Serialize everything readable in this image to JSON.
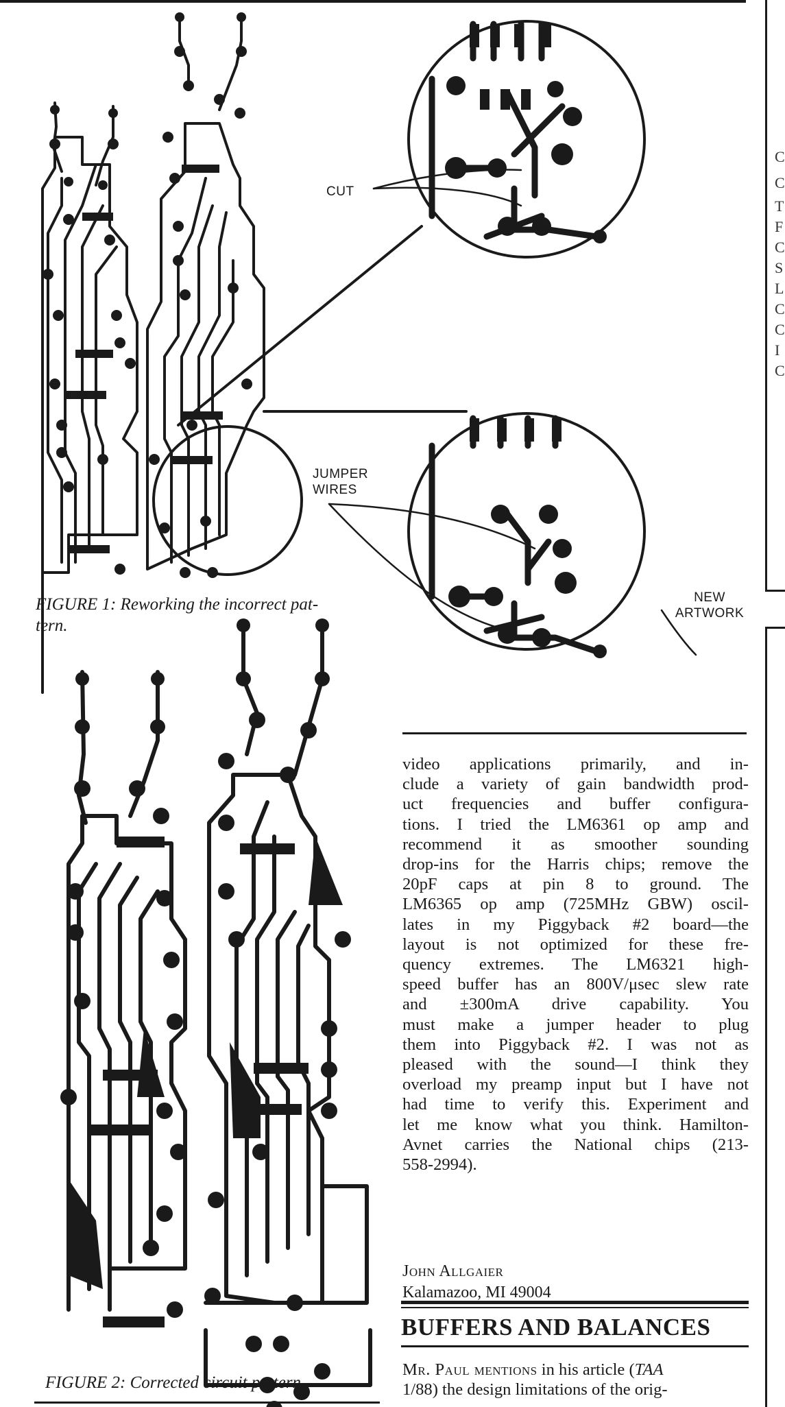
{
  "figure1": {
    "caption": "FIGURE 1: Reworking the incorrect pattern.",
    "caption_line1": "FIGURE 1: Reworking the incorrect pat-",
    "caption_line2": "tern.",
    "callout_cut": "CUT",
    "callout_jumper_line1": "JUMPER",
    "callout_jumper_line2": "WIRES",
    "callout_new_line1": "NEW",
    "callout_new_line2": "ARTWORK"
  },
  "figure2": {
    "caption": "FIGURE 2: Corrected circuit pattern."
  },
  "letter": {
    "lines": [
      "video applications primarily, and in-",
      "clude a variety of gain bandwidth prod-",
      "uct frequencies and buffer configura-",
      "tions. I tried the LM6361 op amp and",
      "recommend it as smoother sounding",
      "drop-ins for the Harris chips; remove the",
      "20pF caps at pin 8 to ground. The",
      "LM6365 op amp (725MHz GBW) oscil-",
      "lates in my Piggyback #2 board—the",
      "layout is not optimized for these fre-",
      "quency extremes. The LM6321 high-",
      "speed buffer has an 800V/μsec slew rate",
      "and ±300mA drive capability. You",
      "must make a jumper header to plug",
      "them into Piggyback #2. I was not as",
      "pleased with the sound—I think they",
      "overload my preamp input but I have not",
      "had time to verify this. Experiment and",
      "let me know what you think. Hamilton-",
      "Avnet carries the National chips (213-",
      "558-2994)."
    ],
    "signature_name": "John Allgaier",
    "signature_location": "Kalamazoo, MI 49004"
  },
  "next_article": {
    "heading": "BUFFERS AND BALANCES",
    "lead_in": "Mr. Paul mentions",
    "line1_rest": " in his article (",
    "journal": "TAA",
    "line2": "1/88) the design limitations of the orig-"
  },
  "right_margin_fragment": [
    "C",
    "C",
    "T",
    "F",
    "C",
    "S",
    "L",
    "C",
    "C",
    "I",
    "C"
  ]
}
